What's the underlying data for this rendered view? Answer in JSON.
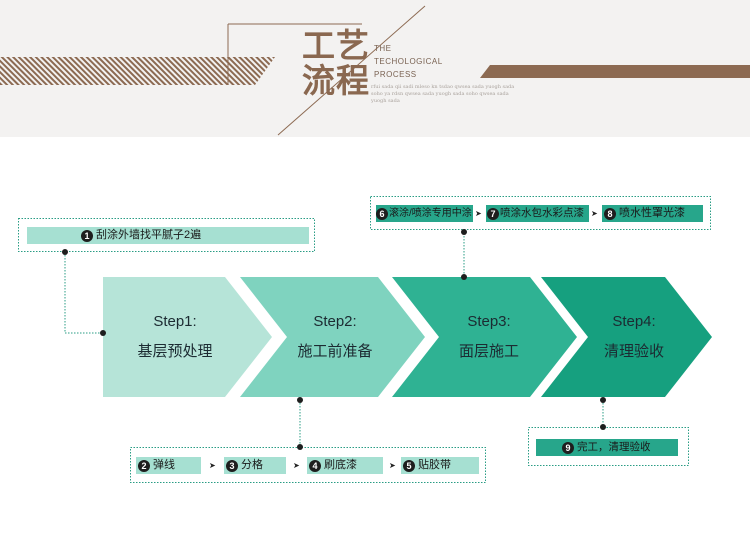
{
  "header": {
    "title_line1": "工艺",
    "title_line2": "流程",
    "en_line1": "THE",
    "en_line2": "TECHOLOGICAL",
    "en_line3": "PROCESS",
    "filler_text": "rfui sada qii sadi mleso kn tsdao qwsea sada yuogh sada soho ya rdsn qwsea sada yuogh sada soho qwsea sada yuogh sada"
  },
  "steps": [
    {
      "step": "Step1:",
      "name": "基层预处理"
    },
    {
      "step": "Step2:",
      "name": "施工前准备"
    },
    {
      "step": "Step3:",
      "name": "面层施工"
    },
    {
      "step": "Step4:",
      "name": "清理验收"
    }
  ],
  "tasks": [
    {
      "num": "1",
      "label": "刮涂外墙找平腻子2遍"
    },
    {
      "num": "2",
      "label": "弹线"
    },
    {
      "num": "3",
      "label": "分格"
    },
    {
      "num": "4",
      "label": "刷底漆"
    },
    {
      "num": "5",
      "label": "贴胶带"
    },
    {
      "num": "6",
      "label": "滚涂/喷涂专用中涂"
    },
    {
      "num": "7",
      "label": "喷涂水包水彩点漆"
    },
    {
      "num": "8",
      "label": "喷水性罩光漆"
    },
    {
      "num": "9",
      "label": "完工，清理验收"
    }
  ],
  "colors": {
    "step1": "#b6e4d8",
    "step2": "#7fd3bf",
    "step3": "#2fb293",
    "step4": "#16a07f",
    "connector": "#2a9c84",
    "header_bg": "#f3f2f1",
    "brown": "#8a6850"
  },
  "icons": {
    "separator": "right-chevron-icon"
  }
}
